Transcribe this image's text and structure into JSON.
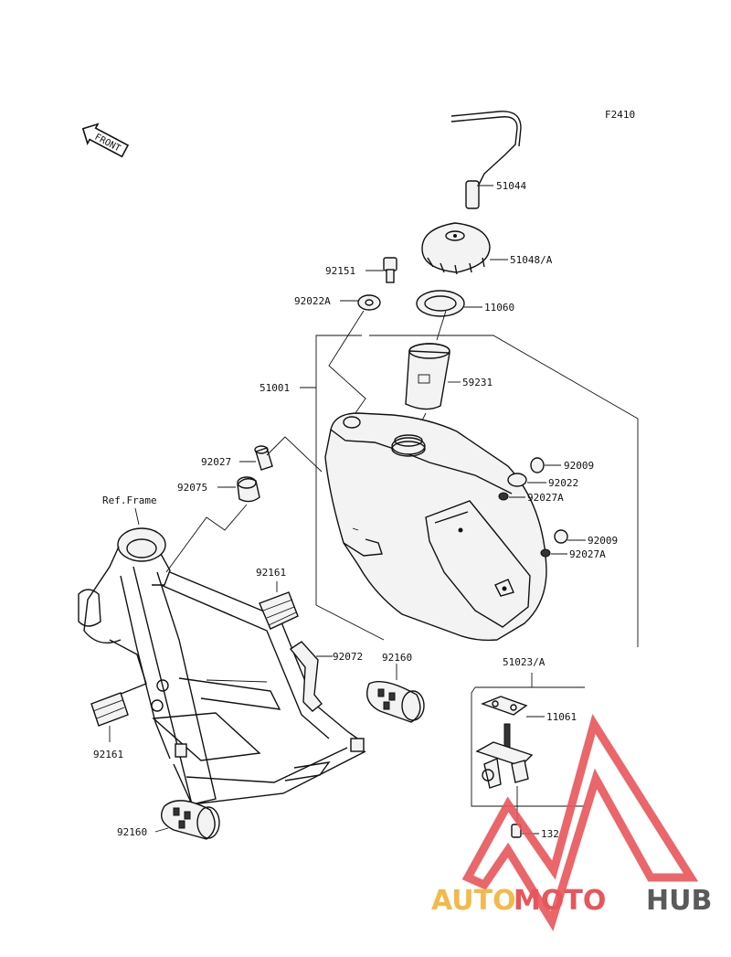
{
  "figure_code": "F2410",
  "front_label": "FRONT",
  "ref_frame": "Ref.Frame",
  "labels": {
    "p51044": "51044",
    "p51048a": "51048/A",
    "p92151": "92151",
    "p92022a": "92022A",
    "p11060": "11060",
    "p51001": "51001",
    "p59231": "59231",
    "p92027": "92027",
    "p92075": "92075",
    "p92009_1": "92009",
    "p92022": "92022",
    "p92027a_1": "92027A",
    "p92009_2": "92009",
    "p92027a_2": "92027A",
    "p92161_1": "92161",
    "p92072": "92072",
    "p92160_1": "92160",
    "p51023a": "51023/A",
    "p11061": "11061",
    "p92161_2": "92161",
    "p132": "132",
    "p92160_2": "92160"
  },
  "watermark": {
    "auto": "AUTO",
    "moto": "MOTO",
    "hub": "HUB",
    "colors": {
      "auto": "#f3b94a",
      "moto": "#e8555a",
      "hub": "#5a5a5a",
      "logo": "#e8555a"
    }
  }
}
